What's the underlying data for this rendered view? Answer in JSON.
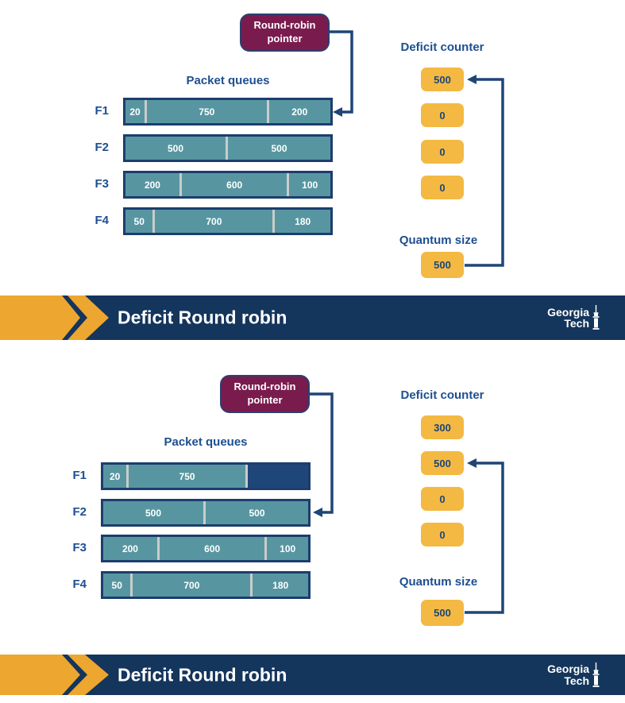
{
  "colors": {
    "queue_fill": "#5796A1",
    "queue_border": "#1C3D6E",
    "queue_empty_fill": "#1F4679",
    "separator": "#C9CDC9",
    "pointer_box": "#7A1B4E",
    "counter_fill": "#F4B943",
    "navy_text": "#1D4F91",
    "connector": "#1F4576",
    "banner_bg": "#14355C",
    "banner_gold": "#EDA62F"
  },
  "slides": [
    {
      "pointer": {
        "line1": "Round-robin",
        "line2": "pointer"
      },
      "queues_title": "Packet queues",
      "queues": [
        {
          "label": "F1",
          "segments": [
            {
              "value": "20"
            },
            {
              "value": "750"
            },
            {
              "value": "200"
            }
          ]
        },
        {
          "label": "F2",
          "segments": [
            {
              "value": "500"
            },
            {
              "value": "500"
            }
          ]
        },
        {
          "label": "F3",
          "segments": [
            {
              "value": "200"
            },
            {
              "value": "600"
            },
            {
              "value": "100"
            }
          ]
        },
        {
          "label": "F4",
          "segments": [
            {
              "value": "50"
            },
            {
              "value": "700"
            },
            {
              "value": "180"
            }
          ]
        }
      ],
      "pointer_target_queue": "F1",
      "deficit": {
        "title": "Deficit counter",
        "values": [
          "500",
          "0",
          "0",
          "0"
        ],
        "arrow_target_index": 0
      },
      "quantum": {
        "title": "Quantum size",
        "value": "500"
      },
      "banner": {
        "title": "Deficit Round robin",
        "logo_line1": "Georgia",
        "logo_line2": "Tech"
      }
    },
    {
      "pointer": {
        "line1": "Round-robin",
        "line2": "pointer"
      },
      "queues_title": "Packet queues",
      "queues": [
        {
          "label": "F1",
          "segments": [
            {
              "value": "20"
            },
            {
              "value": "750"
            },
            {
              "value": "",
              "empty": true
            }
          ]
        },
        {
          "label": "F2",
          "segments": [
            {
              "value": "500"
            },
            {
              "value": "500"
            }
          ]
        },
        {
          "label": "F3",
          "segments": [
            {
              "value": "200"
            },
            {
              "value": "600"
            },
            {
              "value": "100"
            }
          ]
        },
        {
          "label": "F4",
          "segments": [
            {
              "value": "50"
            },
            {
              "value": "700"
            },
            {
              "value": "180"
            }
          ]
        }
      ],
      "pointer_target_queue": "F2",
      "deficit": {
        "title": "Deficit counter",
        "values": [
          "300",
          "500",
          "0",
          "0"
        ],
        "arrow_target_index": 1
      },
      "quantum": {
        "title": "Quantum size",
        "value": "500"
      },
      "banner": {
        "title": "Deficit Round robin",
        "logo_line1": "Georgia",
        "logo_line2": "Tech"
      }
    }
  ]
}
